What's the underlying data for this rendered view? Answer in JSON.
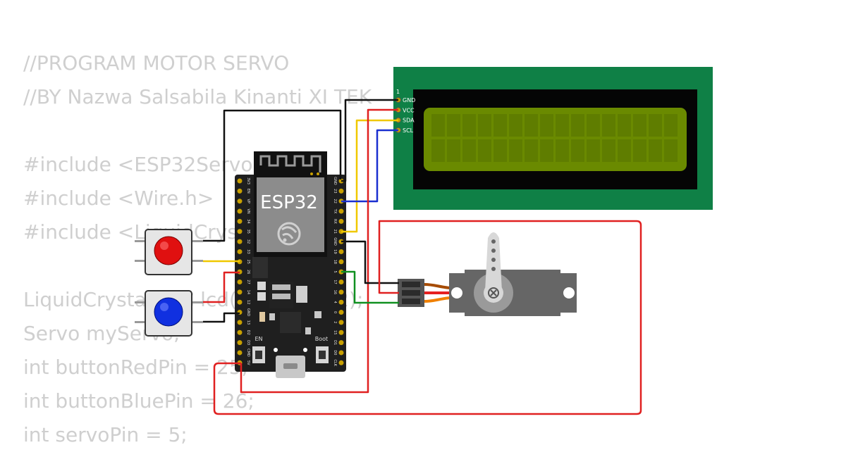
{
  "code_lines": [
    "//PROGRAM MOTOR SERVO",
    "//BY Nazwa Salsabila Kinanti XI TEK",
    "",
    "#include <ESP32Servo.h>",
    "#include <Wire.h>",
    "#include <LiquidCrystal_I2C.h>",
    "",
    "LiquidCrystal_I2C lcd(0x27, 16, 2);",
    "Servo myServo;",
    "int buttonRedPin = 25;",
    "int buttonBluePin = 26;",
    "int servoPin = 5;"
  ],
  "esp32": {
    "title": "ESP32",
    "en_label": "EN",
    "boot_label": "Boot",
    "left_pins": [
      "3V3",
      "EN",
      "VP",
      "VN",
      "34",
      "35",
      "32",
      "33",
      "25",
      "26",
      "27",
      "14",
      "12",
      "GND",
      "13",
      "D2",
      "D3",
      "CMD",
      "5V"
    ],
    "right_pins": [
      "GND",
      "23",
      "22",
      "TX",
      "RX",
      "21",
      "GND",
      "19",
      "18",
      "5",
      "17",
      "16",
      "4",
      "0",
      "2",
      "15",
      "D1",
      "D0",
      "CLK"
    ]
  },
  "lcd": {
    "pin_marker": "1",
    "pins": [
      "GND",
      "VCC",
      "SDA",
      "SCL"
    ]
  },
  "colors": {
    "board": "#1f1f1f",
    "lcd_pcb": "#0f8046",
    "lcd_screen": "#6a8a00",
    "button_red": "#e01010",
    "button_blue": "#1030e0",
    "wire_black": "#111111",
    "wire_red": "#e02020",
    "wire_yellow": "#f0c800",
    "wire_blue": "#1a2fd0",
    "wire_green": "#109020",
    "servo_body": "#666666"
  }
}
